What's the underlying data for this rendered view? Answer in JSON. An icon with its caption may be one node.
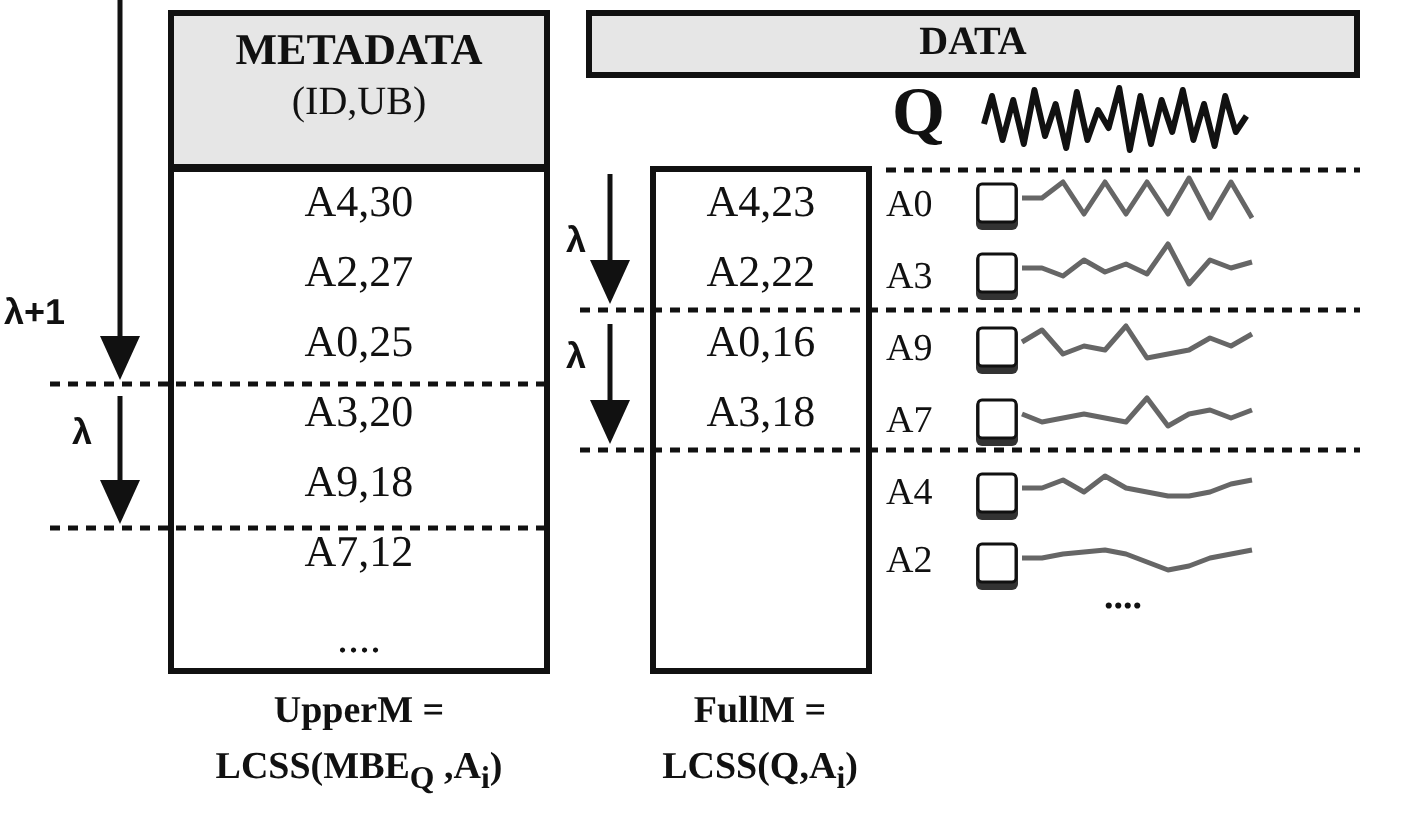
{
  "diagram": {
    "nodes": [
      {
        "text": [
          "METADATA",
          "(ID,UB)"
        ]
      },
      {
        "text": [
          "A4,30",
          "A2,27",
          "A0,25",
          "A3,20",
          "A9,18",
          "A7,12",
          "...."
        ],
        "beside": [
          "UpperM = LCSS(MBE$_{Q}$ ,A$_{i}$)"
        ]
      },
      {
        "text": [
          "DATA"
        ]
      },
      {
        "text": [
          "A4,23",
          "A2,22",
          "A0,16",
          "A3,18"
        ],
        "beside": [
          "FullM = LCSS(Q,A$_{i}$)"
        ]
      }
    ],
    "labels": [
      "λ+1",
      "λ",
      "λ",
      "λ",
      "Q",
      "A0",
      "A3",
      "A9",
      "A7",
      "A4",
      "A2",
      "...."
    ]
  }
}
